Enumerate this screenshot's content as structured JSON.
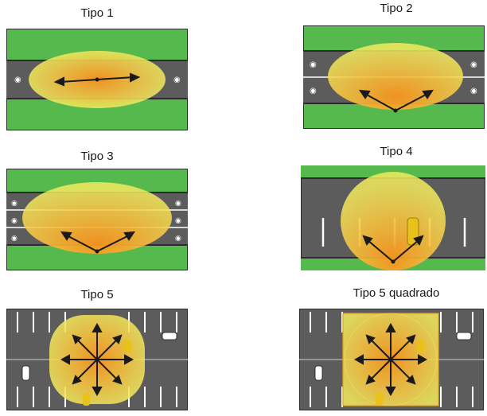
{
  "colors": {
    "grass": "#55b94e",
    "road": "#5c5c5c",
    "border": "#2b2b2b",
    "lane_line": "#ffffff",
    "glow_center": "#f7941d",
    "glow_edge": "#f3ea5e",
    "arrow": "#1a1a1a",
    "car_yellow": "#e8c21a",
    "car_white": "#ffffff"
  },
  "panels": [
    {
      "title": "Tipo 1"
    },
    {
      "title": "Tipo 2"
    },
    {
      "title": "Tipo 3"
    },
    {
      "title": "Tipo 4"
    },
    {
      "title": "Tipo 5"
    },
    {
      "title": "Tipo 5 quadrado"
    }
  ]
}
